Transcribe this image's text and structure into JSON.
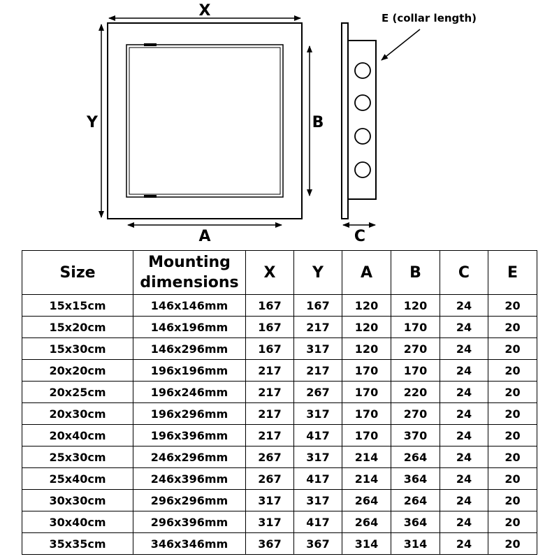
{
  "diagram": {
    "labels": {
      "x": "X",
      "y": "Y",
      "a": "A",
      "b": "B",
      "c": "C",
      "e": "E (collar length)"
    }
  },
  "table": {
    "headers": [
      "Size",
      "Mounting dimensions",
      "X",
      "Y",
      "A",
      "B",
      "C",
      "E"
    ],
    "rows": [
      [
        "15x15cm",
        "146x146mm",
        "167",
        "167",
        "120",
        "120",
        "24",
        "20"
      ],
      [
        "15x20cm",
        "146x196mm",
        "167",
        "217",
        "120",
        "170",
        "24",
        "20"
      ],
      [
        "15x30cm",
        "146x296mm",
        "167",
        "317",
        "120",
        "270",
        "24",
        "20"
      ],
      [
        "20x20cm",
        "196x196mm",
        "217",
        "217",
        "170",
        "170",
        "24",
        "20"
      ],
      [
        "20x25cm",
        "196x246mm",
        "217",
        "267",
        "170",
        "220",
        "24",
        "20"
      ],
      [
        "20x30cm",
        "196x296mm",
        "217",
        "317",
        "170",
        "270",
        "24",
        "20"
      ],
      [
        "20x40cm",
        "196x396mm",
        "217",
        "417",
        "170",
        "370",
        "24",
        "20"
      ],
      [
        "25x30cm",
        "246x296mm",
        "267",
        "317",
        "214",
        "264",
        "24",
        "20"
      ],
      [
        "25x40cm",
        "246x396mm",
        "267",
        "417",
        "214",
        "364",
        "24",
        "20"
      ],
      [
        "30x30cm",
        "296x296mm",
        "317",
        "317",
        "264",
        "264",
        "24",
        "20"
      ],
      [
        "30x40cm",
        "296x396mm",
        "317",
        "417",
        "264",
        "364",
        "24",
        "20"
      ],
      [
        "35x35cm",
        "346x346mm",
        "367",
        "367",
        "314",
        "314",
        "24",
        "20"
      ]
    ]
  }
}
